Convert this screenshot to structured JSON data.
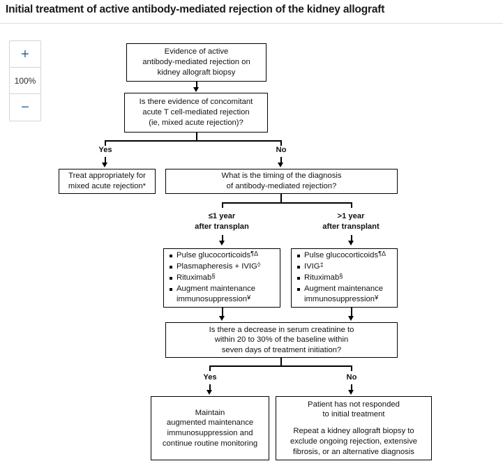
{
  "header": {
    "title": "Initial treatment of active antibody-mediated rejection of the kidney allograft"
  },
  "zoom_control": {
    "zoom_in_label": "+",
    "zoom_level_label": "100%",
    "zoom_out_label": "−"
  },
  "flowchart": {
    "nodes": {
      "start": {
        "lines": [
          "Evidence of active",
          "antibody-mediated rejection on",
          "kidney allograft biopsy"
        ]
      },
      "mixed_rejection_question": {
        "lines": [
          "Is there evidence of concomitant",
          "acute T cell-mediated rejection",
          "(ie, mixed acute rejection)?"
        ]
      },
      "treat_mixed": {
        "lines": [
          "Treat appropriately for",
          "mixed acute rejection*"
        ]
      },
      "timing_question": {
        "lines": [
          "What is the timing of the diagnosis",
          "of antibody-mediated rejection?"
        ]
      },
      "early_treatment": {
        "items": [
          {
            "text": "Pulse glucocorticoids",
            "symbol": "¶Δ"
          },
          {
            "text": "Plasmapheresis + IVIG",
            "symbol": "◊"
          },
          {
            "text": "Rituximab",
            "symbol": "§"
          },
          {
            "text": "Augment maintenance",
            "cont": "immunosuppression",
            "symbol": "¥"
          }
        ]
      },
      "late_treatment": {
        "items": [
          {
            "text": "Pulse glucocorticoids",
            "symbol": "¶Δ"
          },
          {
            "text": "IVIG",
            "symbol": "‡"
          },
          {
            "text": "Rituximab",
            "symbol": "§"
          },
          {
            "text": "Augment maintenance",
            "cont": "immunosuppression",
            "symbol": "¥"
          }
        ]
      },
      "response_question": {
        "lines": [
          "Is there a decrease in serum creatinine to",
          "within 20 to 30% of the baseline within",
          "seven days of treatment initiation?"
        ]
      },
      "maintain_outcome": {
        "lines": [
          "Maintain",
          "augmented maintenance",
          "immunosuppression and",
          "continue routine monitoring"
        ]
      },
      "nonresponse_outcome": {
        "lines_top": [
          "Patient has not responded",
          "to initial treatment"
        ],
        "lines_bottom": [
          "Repeat a kidney allograft biopsy to",
          "exclude ongoing rejection, extensive",
          "fibrosis, or an alternative diagnosis"
        ]
      }
    },
    "branch_labels": {
      "mixed_yes": "Yes",
      "mixed_no": "No",
      "timing_early_line1": "≤1 year",
      "timing_early_line2": "after transplan",
      "timing_late_line1": ">1 year",
      "timing_late_line2": "after transplant",
      "response_yes": "Yes",
      "response_no": "No"
    }
  },
  "colors": {
    "accent": "#2a6496",
    "node_border": "#000000",
    "text": "#111111",
    "rule": "#dcdcdc"
  }
}
